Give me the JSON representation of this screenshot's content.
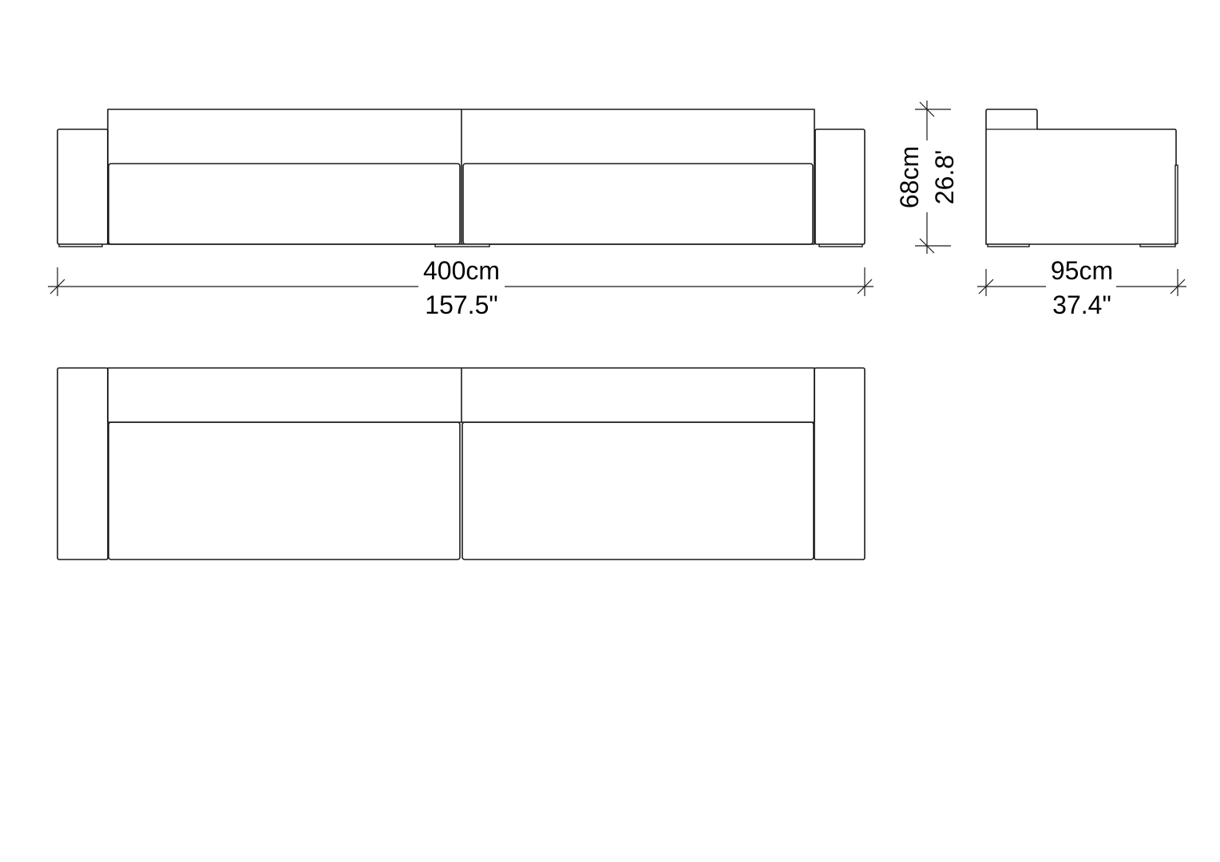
{
  "dimensions": {
    "width": {
      "metric": "400cm",
      "imperial": "157.5\""
    },
    "height": {
      "metric": "68cm",
      "imperial": "26.8'"
    },
    "depth": {
      "metric": "95cm",
      "imperial": "37.4\""
    }
  },
  "colors": {
    "line": "#1a1a1a",
    "background": "#ffffff"
  }
}
